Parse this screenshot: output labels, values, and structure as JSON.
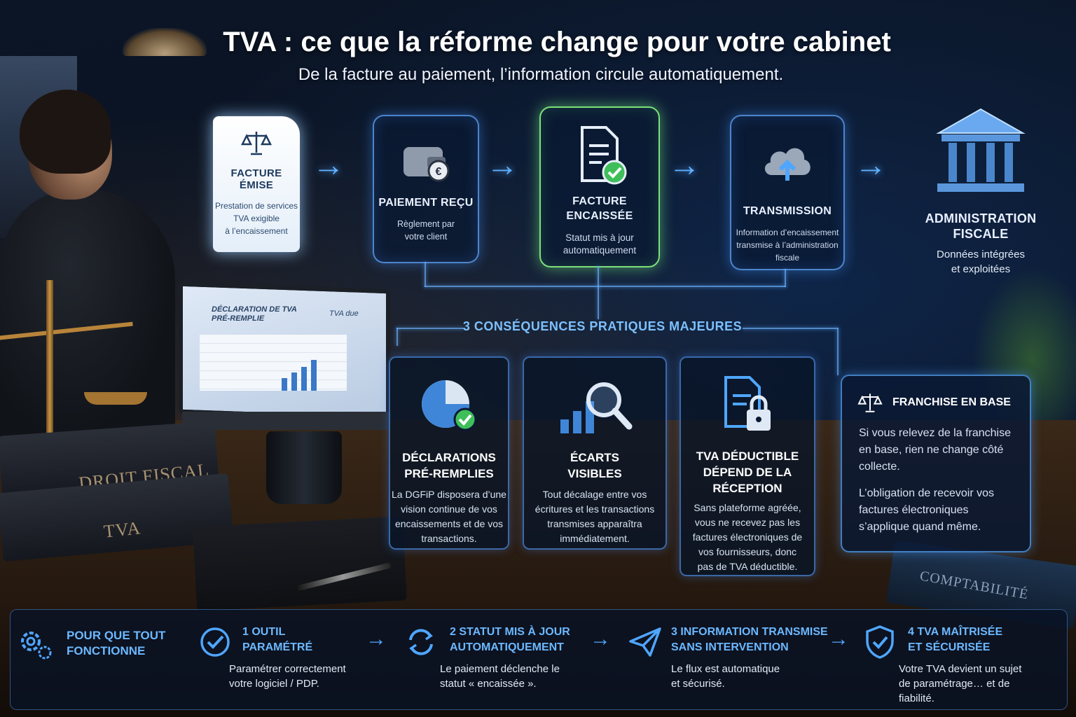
{
  "header": {
    "title": "TVA : ce que la réforme change pour votre cabinet",
    "subtitle": "De la facture au paiement, l’information circule automatiquement."
  },
  "flow": [
    {
      "title_line1": "FACTURE",
      "title_line2": "ÉMISE",
      "desc": [
        "Prestation de services",
        "TVA exigible",
        "à l’encaissement"
      ],
      "icon": "scales-icon"
    },
    {
      "title_line1": "PAIEMENT REÇU",
      "desc": [
        "Règlement par",
        "votre client"
      ],
      "icon": "wallet-euro-icon"
    },
    {
      "title_line1": "FACTURE",
      "title_line2": "ENCAISSÉE",
      "desc": [
        "Statut mis à jour",
        "automatiquement"
      ],
      "icon": "document-check-icon"
    },
    {
      "title_line1": "TRANSMISSION",
      "desc": [
        "Information d’encaissement",
        "transmise à l’administration",
        "fiscale"
      ],
      "icon": "cloud-upload-icon"
    },
    {
      "title_line1": "ADMINISTRATION",
      "title_line2": "FISCALE",
      "desc": [
        "Données intégrées",
        "et exploitées"
      ],
      "icon": "government-building-icon"
    }
  ],
  "consequences": {
    "title": "3 CONSÉQUENCES PRATIQUES MAJEURES",
    "items": [
      {
        "title": [
          "DÉCLARATIONS",
          "PRÉ-REMPLIES"
        ],
        "desc": [
          "La DGFiP disposera d’une",
          "vision continue de vos",
          "encaissements et de vos",
          "transactions."
        ],
        "icon": "pie-chart-check-icon"
      },
      {
        "title": [
          "ÉCARTS",
          "VISIBLES"
        ],
        "desc": [
          "Tout décalage entre vos",
          "écritures et les transactions",
          "transmises apparaîtra",
          "immédiatement."
        ],
        "icon": "bar-chart-magnifier-icon"
      },
      {
        "title": [
          "TVA DÉDUCTIBLE",
          "DÉPEND DE LA",
          "RÉCEPTION"
        ],
        "desc": [
          "Sans plateforme agréée,",
          "vous ne recevez pas les",
          "factures électroniques de",
          "vos fournisseurs, donc",
          "pas de TVA déductible."
        ],
        "icon": "document-lock-icon"
      }
    ]
  },
  "franchise": {
    "title": "FRANCHISE EN BASE",
    "p1": [
      "Si vous relevez de la franchise",
      "en base, rien ne change côté",
      "collecte."
    ],
    "p2": [
      "L’obligation de recevoir vos",
      "factures électroniques",
      "s’applique quand même."
    ]
  },
  "steps": {
    "intro": [
      "POUR QUE TOUT",
      "FONCTIONNE"
    ],
    "items": [
      {
        "title": [
          "1 OUTIL",
          "PARAMÉTRÉ"
        ],
        "desc": [
          "Paramétrer correctement",
          "votre logiciel / PDP."
        ],
        "icon": "check-circle-icon"
      },
      {
        "title": [
          "2 STATUT MIS À JOUR",
          "AUTOMATIQUEMENT"
        ],
        "desc": [
          "Le paiement déclenche le",
          "statut « encaissée »."
        ],
        "icon": "refresh-icon"
      },
      {
        "title": [
          "3 INFORMATION TRANSMISE",
          "SANS INTERVENTION"
        ],
        "desc": [
          "Le flux est automatique",
          "et sécurisé."
        ],
        "icon": "paper-plane-icon"
      },
      {
        "title": [
          "4 TVA MAÎTRISÉE",
          "ET SÉCURISÉE"
        ],
        "desc": [
          "Votre TVA devient un sujet",
          "de paramétrage… et de",
          "fiabilité."
        ],
        "icon": "shield-check-icon"
      }
    ]
  },
  "scene": {
    "laptop_title": [
      "DÉCLARATION DE TVA",
      "PRÉ-REMPLIE"
    ],
    "laptop_due": "TVA due",
    "book1": "DROIT FISCAL",
    "book2": "TVA",
    "book3": "COMPTABILITÉ"
  },
  "colors": {
    "accent": "#5fb0ff",
    "success": "#6ee07a",
    "panel": "#0a1932"
  }
}
